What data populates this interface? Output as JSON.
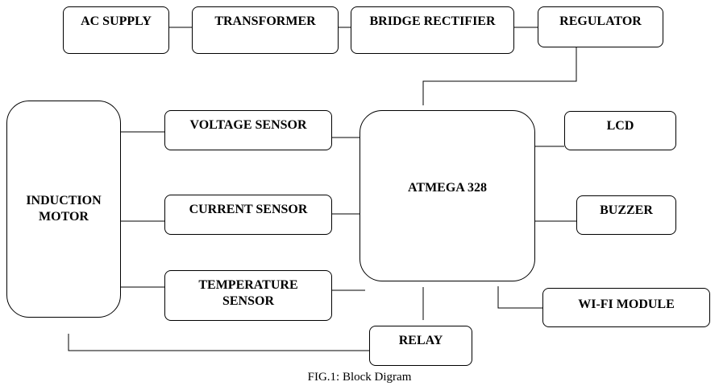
{
  "blocks": {
    "ac_supply": "AC SUPPLY",
    "transformer": "TRANSFORMER",
    "bridge_rectifier": "BRIDGE RECTIFIER",
    "regulator": "REGULATOR",
    "induction_motor_line1": "INDUCTION",
    "induction_motor_line2": "MOTOR",
    "voltage_sensor": "VOLTAGE SENSOR",
    "current_sensor": "CURRENT SENSOR",
    "temperature_sensor_line1": "TEMPERATURE",
    "temperature_sensor_line2": "SENSOR",
    "atmega": "ATMEGA 328",
    "lcd": "LCD",
    "buzzer": "BUZZER",
    "wifi_module": "WI-FI MODULE",
    "relay": "RELAY"
  },
  "caption": "FIG.1: Block Digram"
}
